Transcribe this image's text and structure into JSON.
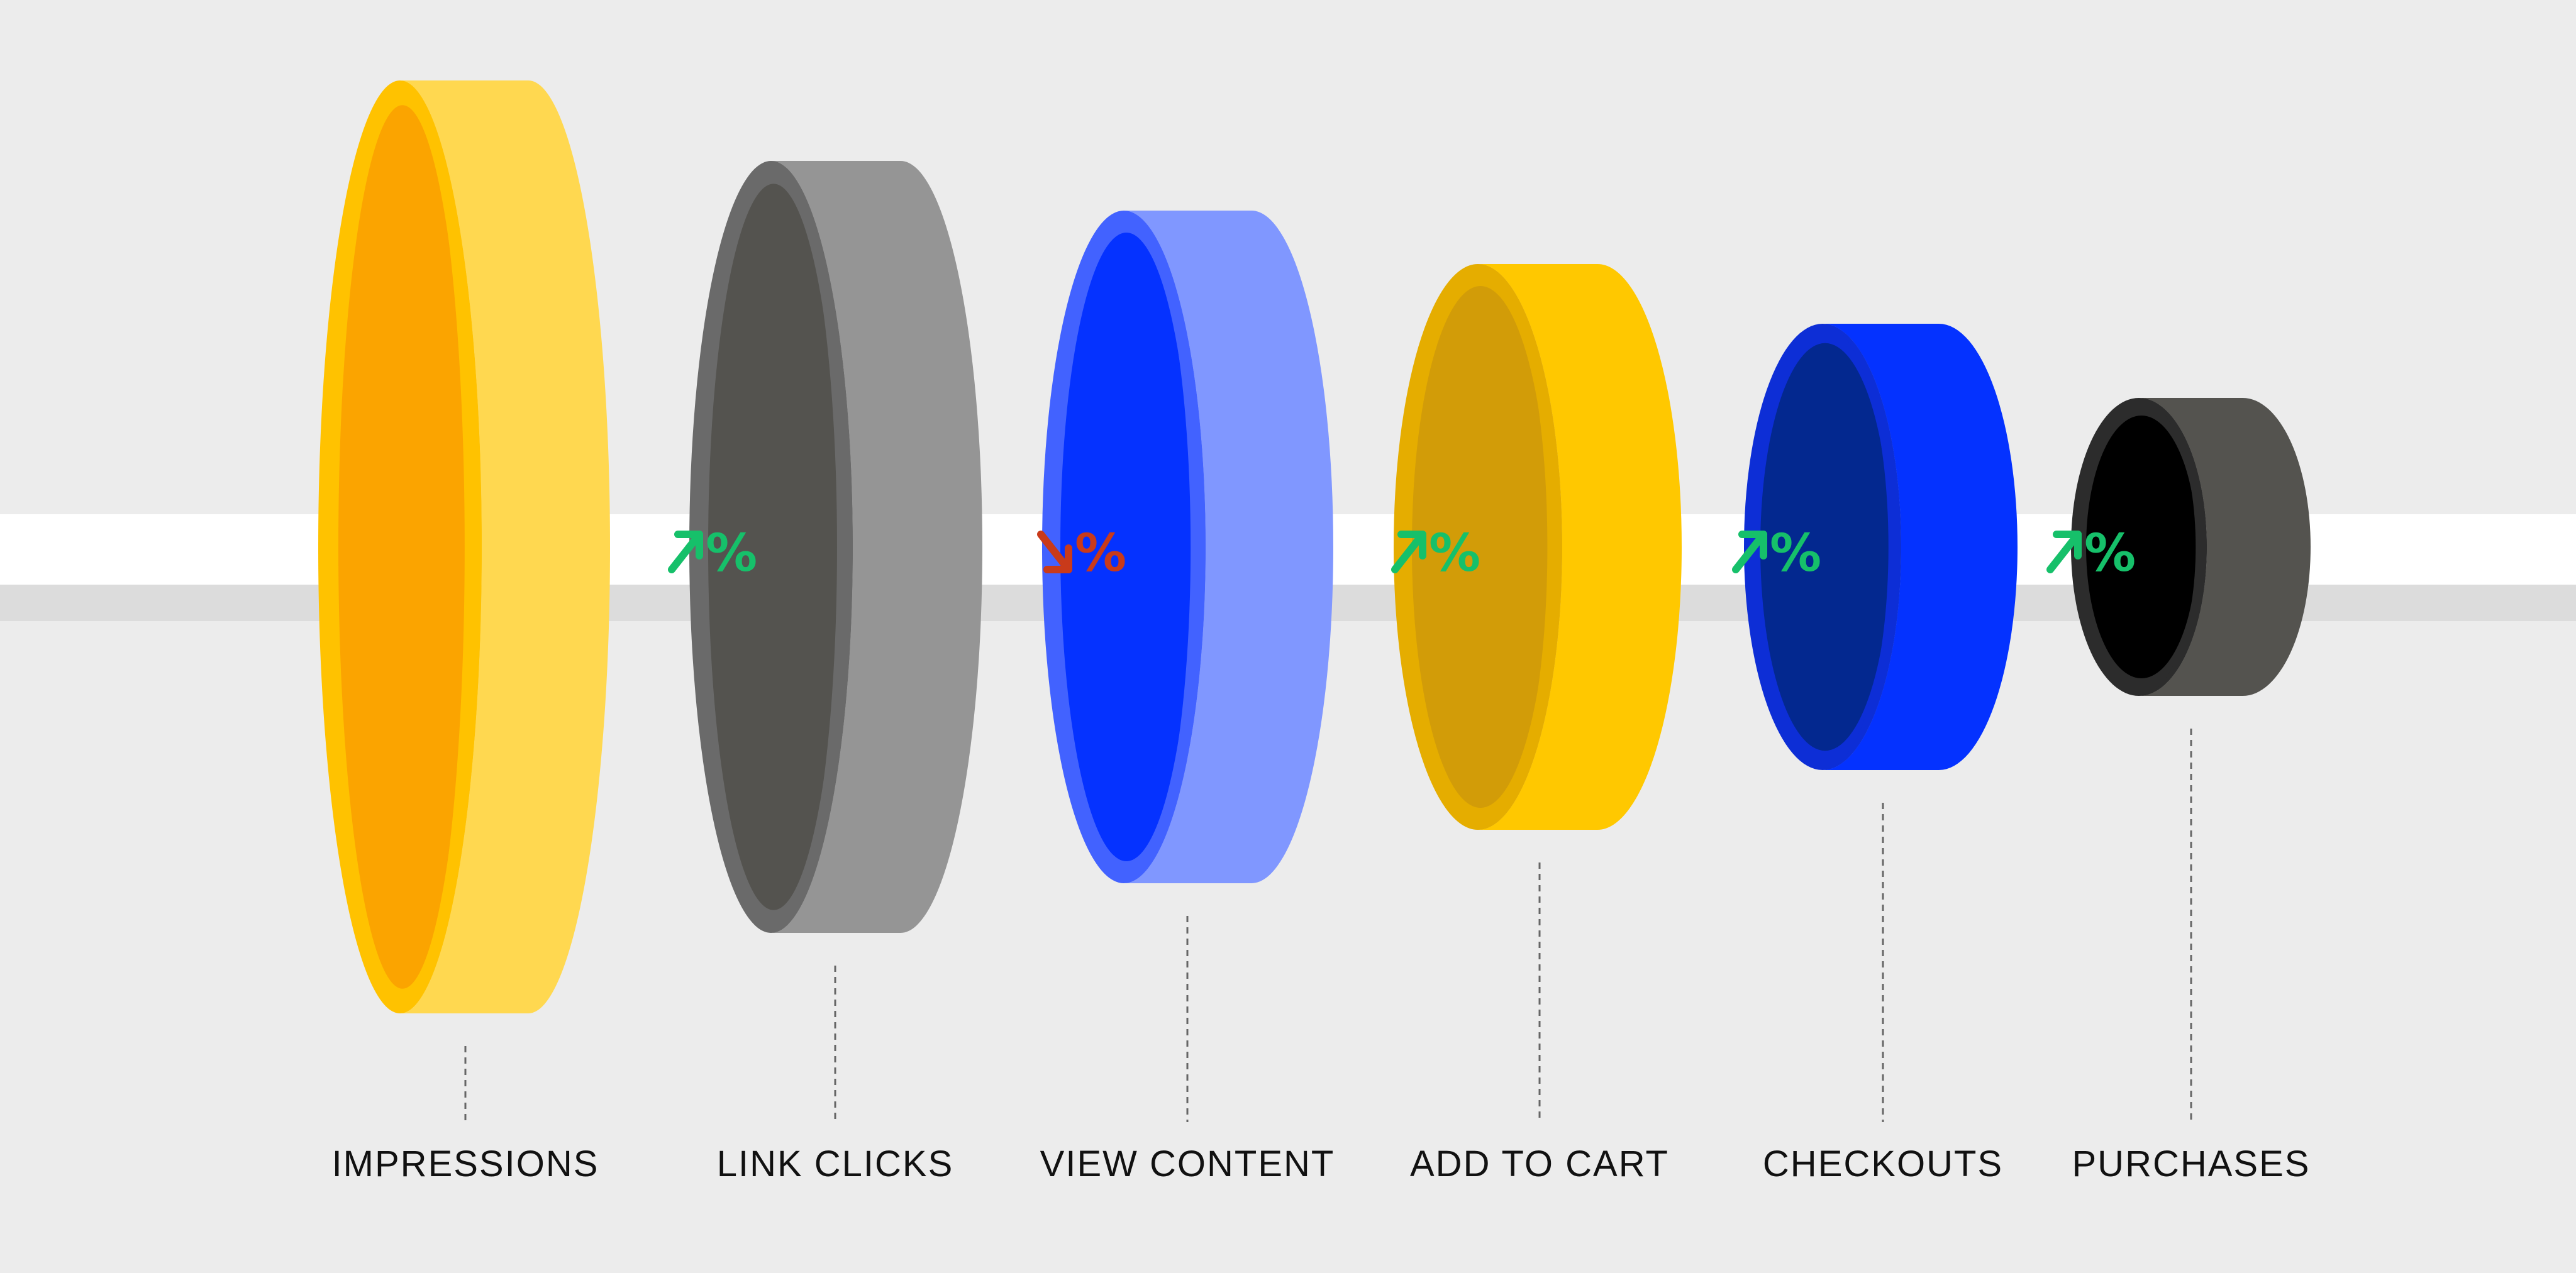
{
  "colors": {
    "background": "#ececec",
    "bar": "#ffffff",
    "bar_shadow": "#dcdcdc",
    "up": "#16c06a",
    "down": "#c93a1a",
    "leader": "#666666"
  },
  "stages": [
    {
      "label": "IMPRESSIONS",
      "outer": "#ffc200",
      "inner": "#fba400",
      "front": "#ffd850",
      "bevel": "#ffc200"
    },
    {
      "label": "LINK CLICKS",
      "outer": "#6a6a6a",
      "inner": "#54534f",
      "front": "#959595",
      "bevel": "#6a6a6a"
    },
    {
      "label": "VIEW CONTENT",
      "outer": "#4262ff",
      "inner": "#0532ff",
      "front": "#8097ff",
      "bevel": "#4262ff"
    },
    {
      "label": "ADD TO CART",
      "outer": "#e5ad00",
      "inner": "#d29c08",
      "front": "#ffc800",
      "bevel": "#e5ad00"
    },
    {
      "label": "CHECKOUTS",
      "outer": "#0d2ed6",
      "inner": "#03288f",
      "front": "#0432ff",
      "bevel": "#0d2ed6"
    },
    {
      "label": "PURCHASES",
      "outer": "#2c2c2c",
      "inner": "#000000",
      "front": "#54534f",
      "bevel": "#2c2c2c"
    }
  ],
  "indicators": [
    {
      "direction": "up",
      "symbol": "%"
    },
    {
      "direction": "down",
      "symbol": "%"
    },
    {
      "direction": "up",
      "symbol": "%"
    },
    {
      "direction": "up",
      "symbol": "%"
    },
    {
      "direction": "up",
      "symbol": "%"
    }
  ]
}
